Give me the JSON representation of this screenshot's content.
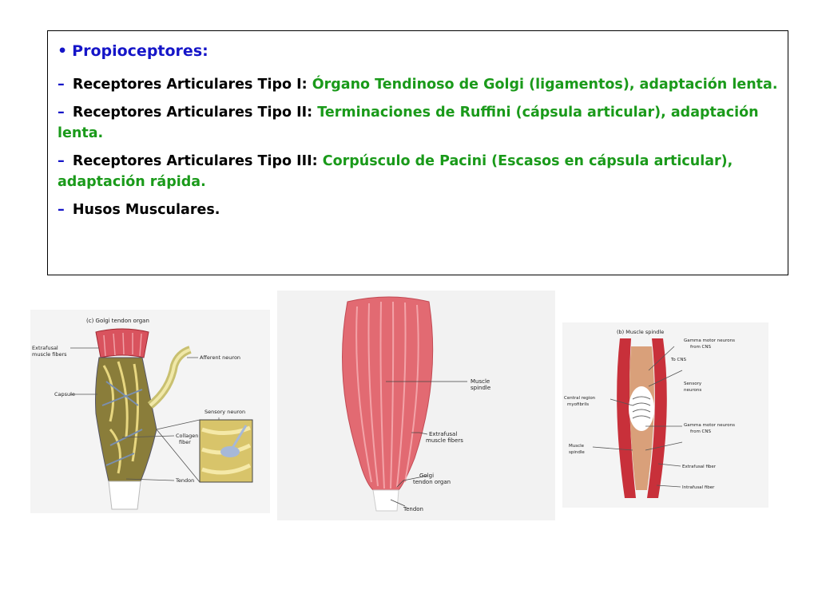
{
  "heading": {
    "bullet": "•",
    "text": "Propioceptores:"
  },
  "items": [
    {
      "dash": "–",
      "label": "Receptores Articulares Tipo I:",
      "detail": "Órgano Tendinoso de Golgi (ligamentos), adaptación lenta."
    },
    {
      "dash": "–",
      "label": "Receptores Articulares Tipo II:",
      "detail": "Terminaciones de Ruffini (cápsula articular), adaptación lenta."
    },
    {
      "dash": "–",
      "label": "Receptores Articulares Tipo III:",
      "detail": "Corpúsculo de Pacini (Escasos en cápsula articular), adaptación rápida."
    },
    {
      "dash": "–",
      "label": "Husos Musculares.",
      "detail": ""
    }
  ],
  "figure_left": {
    "title": "(c) Golgi tendon organ",
    "labels": {
      "extrafusal": "Extrafusal",
      "muscle_fibers": "muscle fibers",
      "capsule": "Capsule",
      "afferent": "Afferent neuron",
      "sensory": "Sensory neuron",
      "collagen1": "Collagen",
      "collagen2": "fiber",
      "tendon": "Tendon"
    }
  },
  "figure_middle": {
    "labels": {
      "spindle1": "Muscle",
      "spindle2": "spindle",
      "extra1": "Extrafusal",
      "extra2": "muscle fibers",
      "golgi1": "Golgi",
      "golgi2": "tendon organ",
      "tendon": "Tendon"
    }
  },
  "figure_right": {
    "title": "(b) Muscle spindle",
    "labels": {
      "gamma1a": "Gamma motor neurons",
      "gamma1b": "from CNS",
      "tocns": "To CNS",
      "sensory1": "Sensory",
      "sensory2": "neurons",
      "central1": "Central region",
      "central2": "myofibrils",
      "gamma2a": "Gamma motor neurons",
      "gamma2b": "from CNS",
      "spindle1": "Muscle",
      "spindle2": "spindle",
      "extrafusal": "Extrafusal fiber",
      "intrafusal": "Intrafusal fiber"
    }
  }
}
